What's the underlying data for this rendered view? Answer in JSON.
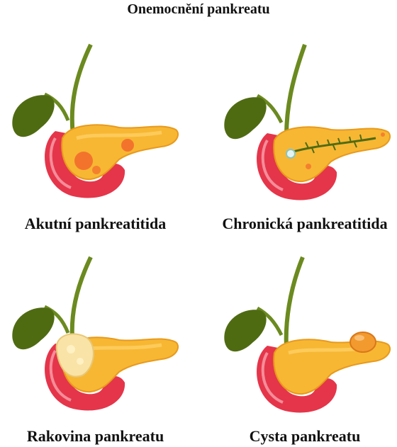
{
  "title": "Onemocnění pankreatu",
  "panels": [
    {
      "caption": "Akutní pankreatitida",
      "condition": "acute"
    },
    {
      "caption": "Chronická pankreatitida",
      "condition": "chronic"
    },
    {
      "caption": "Rakovina pankreatu",
      "condition": "cancer"
    },
    {
      "caption": "Cysta pankreatu",
      "condition": "cyst"
    }
  ],
  "colors": {
    "pancreas": "#f7b733",
    "pancreas_light": "#ffd36b",
    "pancreas_outline": "#e89a1c",
    "duodenum": "#e5354a",
    "duodenum_light": "#f7a3ad",
    "gallbladder": "#4f6b12",
    "bile_duct": "#6b8a1f",
    "inflammation": "#f25c2c",
    "tumor": "#f9e3a6",
    "cyst": "#f29a2e"
  }
}
